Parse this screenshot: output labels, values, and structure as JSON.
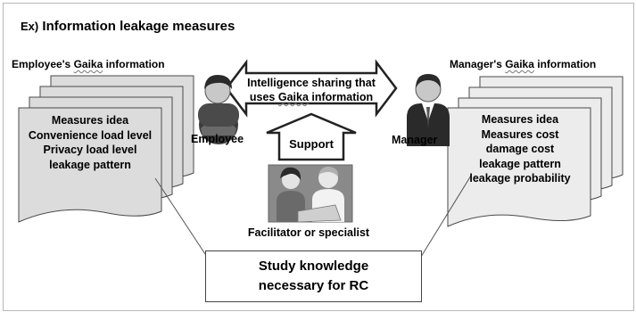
{
  "title_prefix": "Ex)",
  "title": "Information leakage measures",
  "employee": {
    "header_pre": "Employee's ",
    "header_word": "Gaika",
    "header_post": " information",
    "items": [
      "Measures idea",
      "Convenience load level",
      "Privacy load level",
      "leakage pattern"
    ],
    "role": "Employee"
  },
  "manager": {
    "header_pre": "Manager's ",
    "header_word": "Gaika",
    "header_post": " information",
    "items": [
      "Measures idea",
      "Measures cost",
      "damage cost",
      "leakage pattern",
      "leakage probability"
    ],
    "role": "Manager"
  },
  "sharing": {
    "line1": "Intelligence sharing that",
    "line2_pre": "uses ",
    "line2_word": "Gaika",
    "line2_post": " information"
  },
  "support_label": "Support",
  "facilitator_label": "Facilitator or specialist",
  "study": {
    "line1": "Study knowledge",
    "line2": "necessary for RC"
  },
  "colors": {
    "doc_fill_left": "#dcdcdc",
    "doc_fill_right": "#ececec",
    "stroke": "#4a4a4a"
  }
}
